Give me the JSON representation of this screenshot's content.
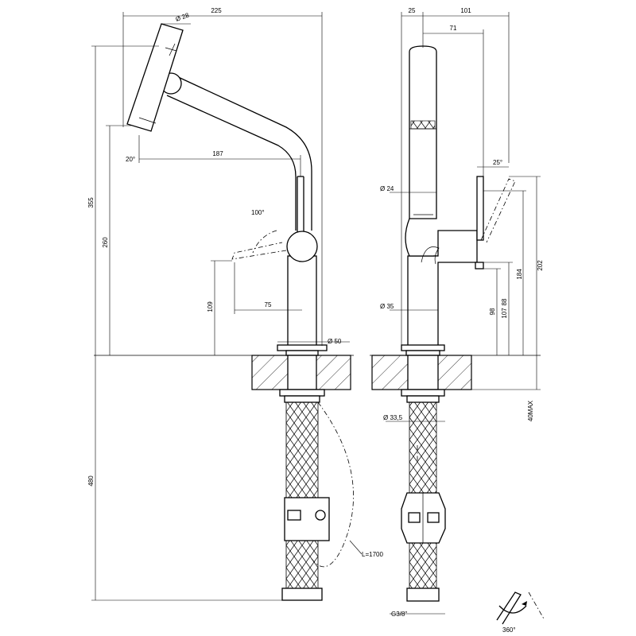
{
  "side_view": {
    "dim_overall_width": "225",
    "dim_spray_diameter": "Ø 28",
    "dim_spray_angle": "20°",
    "dim_spout_reach": "187",
    "dim_lever_angle": "100°",
    "dim_total_height": "355",
    "dim_outlet_height": "260",
    "dim_lever_height": "109",
    "dim_lever_reach": "75",
    "dim_base_diameter": "Ø 50",
    "dim_hose_length": "480",
    "dim_pullout_hose": "L=1700"
  },
  "front_view": {
    "dim_offset": "25",
    "dim_width": "101",
    "dim_spray_offset": "71",
    "dim_lever_angle": "25°",
    "dim_spout_diameter": "Ø 24",
    "dim_body_diameter": "Ø 35",
    "dim_height_202": "202",
    "dim_height_184": "184",
    "dim_height_107": "107",
    "dim_height_88": "88",
    "dim_height_98": "98",
    "dim_deck_max": "40MAX",
    "dim_shank_diameter": "Ø 33,5",
    "dim_thread": "G3/8\""
  },
  "rotation": {
    "label": "360°"
  }
}
